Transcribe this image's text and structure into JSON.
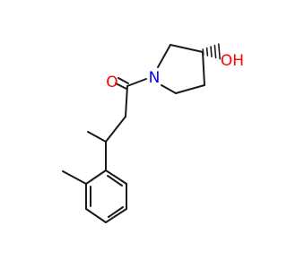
{
  "molecule": {
    "atoms": {
      "oxygen_carbonyl": "O",
      "nitrogen": "N",
      "hydroxyl": "OH"
    },
    "colors": {
      "bond": "#1a1a1a",
      "oxygen": "#ff0000",
      "nitrogen": "#0000ff",
      "background": "#ffffff"
    }
  }
}
